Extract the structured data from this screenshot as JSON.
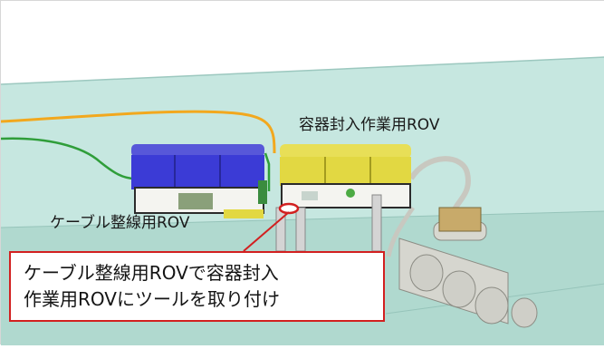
{
  "labels": {
    "container_rov": "容器封入作業用ROV",
    "cable_rov": "ケーブル整線用ROV"
  },
  "callout": {
    "line1": "ケーブル整線用ROVで容器封入",
    "line2": "作業用ROVにツールを取り付け"
  },
  "colors": {
    "callout_border": "#d22020",
    "cable_orange": "#f2a81e",
    "cable_green": "#2f9e3a",
    "rov_blue": "#3b3bd6",
    "rov_yellow": "#e2d842",
    "wall": "#bfe3dc",
    "floor": "#a9d3ca"
  }
}
